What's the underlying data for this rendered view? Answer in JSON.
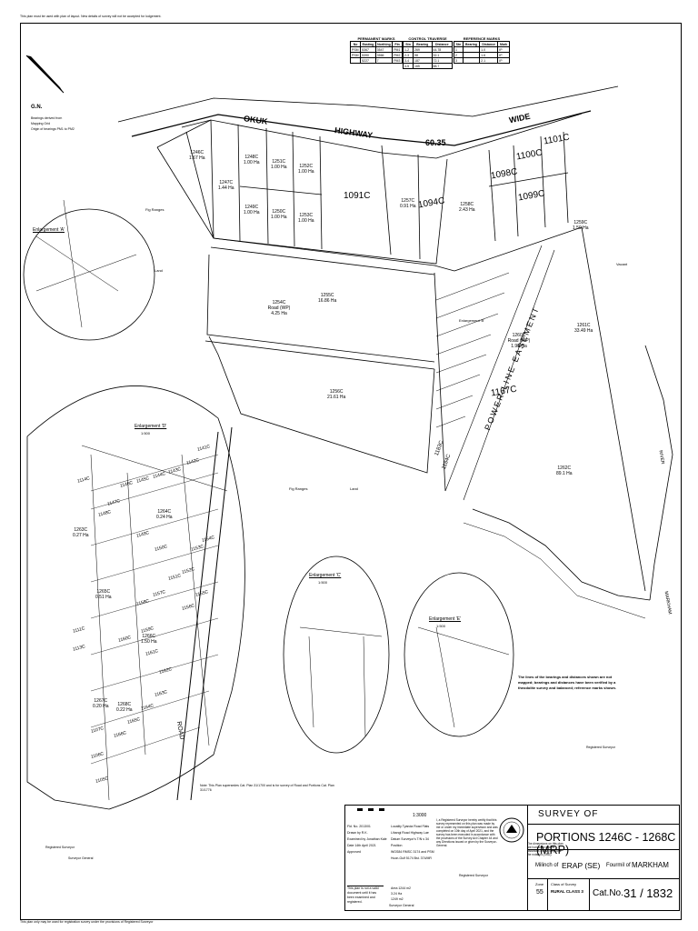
{
  "header": {
    "top_note": "This plan must be used with plan of layout. New details of survey will not be accepted for lodgement.",
    "bottom_note": "This plan only may be used for registration survey under the provisions of Registered Surveyor"
  },
  "tables": {
    "permanent_marks": {
      "title": "PERMANENT MARKS",
      "headers": [
        "No",
        "Easting",
        "Northing",
        "Pin"
      ],
      "rows": [
        [
          "PSM",
          "5367",
          "3547",
          "PM1"
        ],
        [
          "PSM",
          "5390",
          "3566",
          "PM2"
        ],
        [
          "",
          "5227",
          "7",
          "PM3"
        ]
      ]
    },
    "control_traverse": {
      "title": "CONTROL TRAVERSE",
      "headers": [
        "Stn",
        "Bearing",
        "Distance"
      ],
      "rows": [
        [
          "1-2",
          "269",
          "44.78"
        ],
        [
          "2-3",
          "98",
          "32.1"
        ],
        [
          "3-4",
          "187",
          "72.1"
        ],
        [
          "4-5",
          "165",
          "88.7"
        ]
      ]
    },
    "reference_marks": {
      "title": "REFERENCE MARKS",
      "headers": [
        "Stn",
        "Bearing",
        "Distance",
        "Mark"
      ],
      "rows": [
        [
          "1",
          "",
          "1.0",
          "IP"
        ],
        [
          "2",
          "",
          "1.6",
          "IP"
        ],
        [
          "3",
          "",
          "2.1",
          "IP"
        ]
      ]
    }
  },
  "north": {
    "label": "G.N.",
    "notes": [
      "Bearings derived from",
      "Mapping Grid",
      "Origin of bearings PM1 to PM2"
    ]
  },
  "roads": {
    "okuk": "OKUK",
    "highway": "HIGHWAY",
    "wide": "WIDE",
    "width": "60.35",
    "road": "ROAD",
    "power_line": "POWER LINE EASEMENT",
    "river": "RIVER",
    "markham": "MARKHAM"
  },
  "portions": [
    {
      "id": "p1246",
      "label": "1246C",
      "area": "1.67 Ha"
    },
    {
      "id": "p1247",
      "label": "1247C",
      "area": "1.44 Ha"
    },
    {
      "id": "p1248",
      "label": "1248C",
      "area": "1.00 Ha"
    },
    {
      "id": "p1249",
      "label": "1249C",
      "area": "1.00 Ha"
    },
    {
      "id": "p1250",
      "label": "1250C",
      "area": "1.00 Ha"
    },
    {
      "id": "p1251",
      "label": "1251C",
      "area": "1.00 Ha"
    },
    {
      "id": "p1252",
      "label": "1252C",
      "area": "1.00 Ha"
    },
    {
      "id": "p1253",
      "label": "1253C",
      "area": "1.00 Ha"
    },
    {
      "id": "p1254",
      "label": "1254C",
      "area": "Road (WP) 4.25 Ha"
    },
    {
      "id": "p1255",
      "label": "1255C",
      "area": "16.86 Ha"
    },
    {
      "id": "p1256",
      "label": "1256C",
      "area": "21.61 Ha"
    },
    {
      "id": "p1257",
      "label": "1257C",
      "area": "0.91 Ha"
    },
    {
      "id": "p1258",
      "label": "1258C",
      "area": "2.43 Ha"
    },
    {
      "id": "p1259",
      "label": "1259C",
      "area": "1.50 Ha"
    },
    {
      "id": "p1260",
      "label": "1260C",
      "area": "Road (WP) 1.90 Ha"
    },
    {
      "id": "p1261",
      "label": "1261C",
      "area": "33.49 Ha"
    },
    {
      "id": "p1262",
      "label": "1262C",
      "area": "89.1 Ha"
    },
    {
      "id": "p1091",
      "label": "1091C",
      "area": ""
    },
    {
      "id": "p1094",
      "label": "1094C",
      "area": ""
    },
    {
      "id": "p1098",
      "label": "1098C",
      "area": ""
    },
    {
      "id": "p1099",
      "label": "1099C",
      "area": ""
    },
    {
      "id": "p1100",
      "label": "1100C",
      "area": ""
    },
    {
      "id": "p1101",
      "label": "1101C",
      "area": ""
    },
    {
      "id": "p1167",
      "label": "1167C",
      "area": ""
    },
    {
      "id": "p1183",
      "label": "1183C",
      "area": ""
    },
    {
      "id": "p1184",
      "label": "1184C",
      "area": ""
    }
  ],
  "labels": {
    "vacant": "Vacant",
    "land": "Land",
    "fig_ranges": "Fig Ranges"
  },
  "enlargements": {
    "a": "Enlargement 'A'",
    "b": "Enlargement 'B'",
    "c": "Enlargement 'C'",
    "d": "Enlargement 'D'",
    "e": "Enlargement 'E'",
    "ratio": "1:500"
  },
  "enlargement_b_lots": [
    "1141C",
    "1142C",
    "1143C",
    "1144C",
    "1145C",
    "1146C",
    "1147C",
    "1148C",
    "1149C",
    "1150C",
    "1151C",
    "1152C",
    "1153C",
    "1154C",
    "1155C",
    "1156C",
    "1157C",
    "1158C",
    "1159C",
    "1160C",
    "1161C",
    "1162C",
    "1163C",
    "1164C",
    "1165C",
    "1166C",
    "1107C",
    "1106C",
    "1105C",
    "1111C",
    "1113C",
    "1114C"
  ],
  "enlargement_b_parcels": [
    {
      "label": "1263C",
      "area": "0.27 Ha"
    },
    {
      "label": "1265C",
      "area": "0.51 Ha"
    },
    {
      "label": "1264C",
      "area": "0.24 Ha"
    },
    {
      "label": "1267C",
      "area": "0.20 Ha"
    },
    {
      "label": "1268C",
      "area": "0.22 Ha"
    },
    {
      "label": "1266C",
      "area": "1.50 Ha"
    }
  ],
  "notes": {
    "right_note": "The lines of the bearings and distances shown are not mapped; bearings and distances have been verified by a theodolite survey and balanced; reference marks shown.",
    "signature": "Registered Surveyor",
    "bottom_note": "Note: This Plan supersedes Cat. Plan 31/1700 and is for survey of Road and Portions Cat. Plan 31/1776",
    "left_sig1": "Registered Surveyor",
    "left_sig2": "Surveyor General"
  },
  "title_block": {
    "scale": "1:3000",
    "survey_of": "SURVEY OF",
    "portions": "PORTIONS 1246C - 1268C (MRP)",
    "milinch_label": "Milinch of",
    "milinch": "ERAP (SE)",
    "fourmil_label": "Fourmil of",
    "fourmil": "MARKHAM",
    "zone_label": "Zone",
    "zone": "55",
    "class_label": "Class of Survey",
    "class": "RURAL CLASS 3",
    "cat_label": "Cat.No.",
    "cat_no": "31 / 1832",
    "fields": [
      {
        "k": "Fld. No.",
        "v": "2013/01"
      },
      {
        "k": "Drawn by",
        "v": "R.K."
      },
      {
        "k": "Examined by",
        "v": "Jonathan Kale"
      },
      {
        "k": "Date",
        "v": "14th April 2021"
      },
      {
        "k": "Approved",
        "v": ""
      }
    ],
    "locality": [
      {
        "k": "Locality",
        "v": "Tyanda Road Flats"
      },
      {
        "k": "",
        "v": "Lihangi Road Highway Lae"
      },
      {
        "k": "Datum",
        "v": "Surveyor's T/N s 34"
      },
      {
        "k": "Position",
        "v": ""
      },
      {
        "k": "",
        "v": "WGS84 RMSC 3174 and PSM"
      },
      {
        "k": "",
        "v": "Huon-Gulf 5174 Bst. 374/MR"
      }
    ],
    "certificate": "I, a Registered Surveyor hereby certify that this survey represented on this plan was made by me or under my immediate supervision and was completed on 10th day of April 2021, and the survey has been executed in accordance with the provisions of the Survey Act Chapter 44 and any Directions issued or given by the Surveyor-General.",
    "cert_sig": "Registered Surveyor",
    "disclaimer": "This plan is not a valid document until it has been examined and registered.",
    "examined": "Surveyor General",
    "sub_rows": [
      {
        "k": "Area",
        "v": "1244 m2"
      },
      {
        "k": "",
        "v": "3.24 Ha"
      },
      {
        "k": "",
        "v": "1249 m2"
      }
    ],
    "right_info": "The dimensions on this plan are horizontal ground distances unless they bear the notation (SRD)."
  }
}
